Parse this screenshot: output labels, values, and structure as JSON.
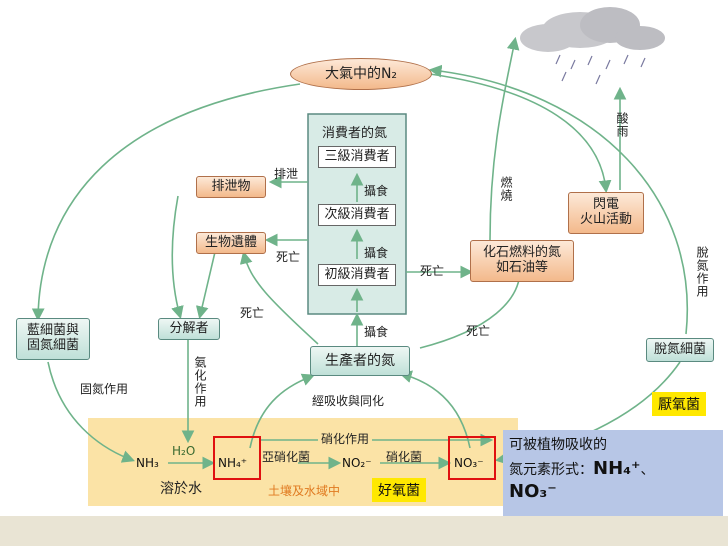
{
  "atmosphere_n2": "大氣中的N₂",
  "consumer_panel": {
    "title": "消費者的氮",
    "tertiary": "三級消費者",
    "secondary": "次級消費者",
    "primary": "初級消費者",
    "ingest_1": "攝食",
    "ingest_2": "攝食",
    "ingest_3": "攝食"
  },
  "excreta": "排泄物",
  "remains": "生物遺體",
  "decomposer": "分解者",
  "cyanobacteria": "藍細菌與\n固氮細菌",
  "producer_n": "生產者的氮",
  "fossil_n": "化石燃料的氮\n如石油等",
  "lightning": "閃電\n火山活動",
  "denitrifier": "脫氮細菌",
  "labels": {
    "excrete": "排泄",
    "death_1": "死亡",
    "death_2": "死亡",
    "death_3": "死亡",
    "death_4": "死亡",
    "nitrogen_fixation": "固氮作用",
    "absorb_assimilate": "經吸收與同化",
    "burning": "燃燒",
    "acid_rain": "酸雨",
    "denitrification": "脫氮作用",
    "ammonification": "氨化作用",
    "nitrification": "硝化作用",
    "nitrite_bacteria": "亞硝化菌",
    "nitrate_bacteria": "硝化菌",
    "soil_water": "土壤及水域中",
    "dissolve_water": "溶於水",
    "aerobic": "好氧菌",
    "anaerobic": "厭氧菌"
  },
  "chem": {
    "nh3": "NH₃",
    "h2o": "H₂O",
    "nh4": "NH₄⁺",
    "no2": "NO₂⁻",
    "no3": "NO₃⁻"
  },
  "note": {
    "line1": "可被植物吸收的",
    "line2": "氮元素形式：",
    "nh4": "NH₄⁺",
    "sep": "、",
    "no3": "NO₃⁻"
  },
  "colors": {
    "teal": "#5a8a80",
    "orange": "#b0704a",
    "arrow": "#5aa87a",
    "soil": "#fbe3a6",
    "red": "#e01010",
    "yellow": "#ffe800"
  }
}
